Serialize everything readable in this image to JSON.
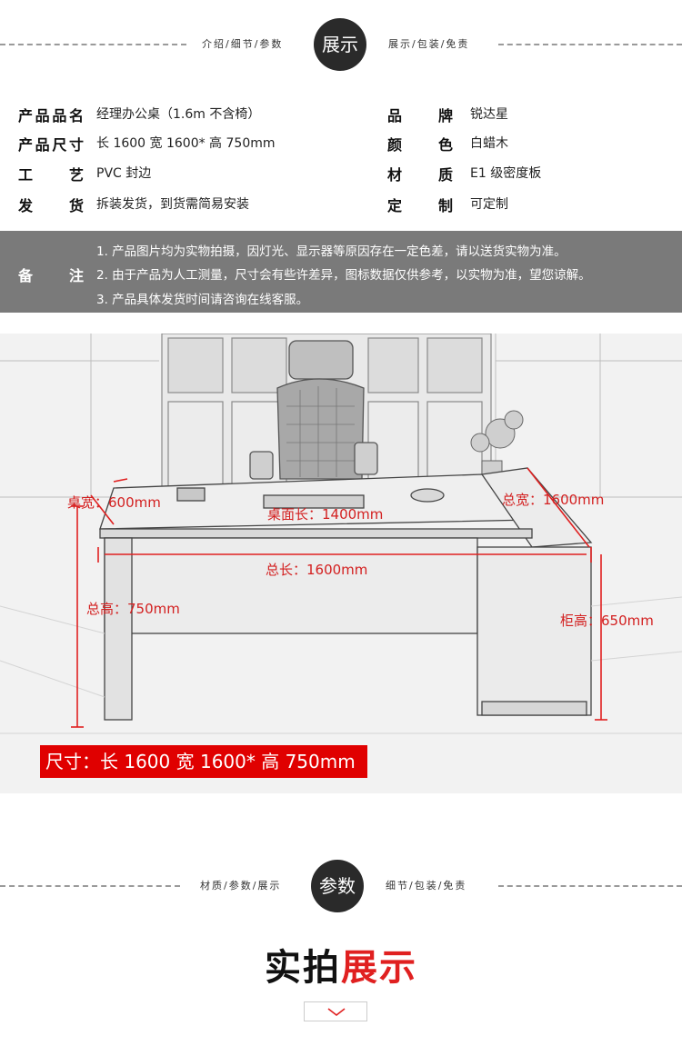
{
  "header1": {
    "left_text": "介绍/细节/参数",
    "circle_text": "展示",
    "right_text": "展示/包装/免责"
  },
  "specs": [
    {
      "k1": "产品品名",
      "v1": "经理办公桌（1.6m 不含椅）",
      "k2": "品牌",
      "v2": "锐达星"
    },
    {
      "k1": "产品尺寸",
      "v1": "长 1600 宽 1600* 高 750mm",
      "k2": "颜色",
      "v2": "白蜡木"
    },
    {
      "k1": "工艺",
      "v1": "PVC 封边",
      "k2": "材质",
      "v2": "E1 级密度板"
    },
    {
      "k1": "发货",
      "v1": "拆装发货，到货需简易安装",
      "k2": "定制",
      "v2": "可定制"
    }
  ],
  "notes": {
    "label": "备注",
    "lines": [
      "1. 产品图片均为实物拍摄，因灯光、显示器等原因存在一定色差，请以送货实物为准。",
      "2. 由于产品为人工测量，尺寸会有些许差异，图标数据仅供参考，以实物为准，望您谅解。",
      "3. 产品具体发货时间请咨询在线客服。"
    ]
  },
  "dimensions": {
    "desk_width": "桌宽：600mm",
    "desk_surface_length": "桌面长：1400mm",
    "total_width": "总宽：1600mm",
    "total_length": "总长：1600mm",
    "total_height": "总高：750mm",
    "cabinet_height": "柜高：650mm",
    "size_banner": "尺寸：长 1600 宽 1600* 高 750mm"
  },
  "header2": {
    "left_text": "材质/参数/展示",
    "circle_text": "参数",
    "right_text": "细节/包装/免责"
  },
  "section_title": {
    "part1": "实拍",
    "part2": "展示"
  },
  "colors": {
    "accent_red": "#e02020",
    "notes_bg": "#7a7a7a",
    "circle_bg": "#2a2a2a"
  }
}
